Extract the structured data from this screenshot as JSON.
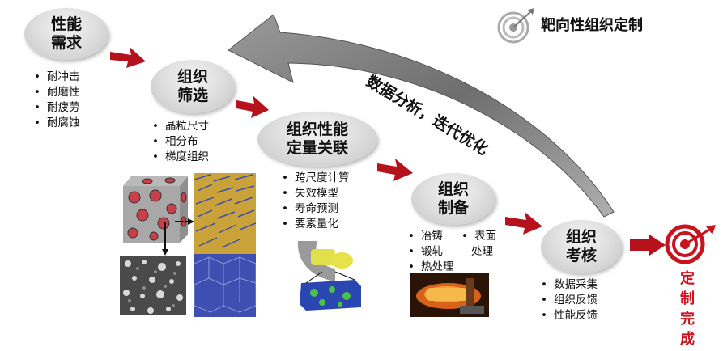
{
  "title": "靶向性组织定制",
  "feedback_label": "数据分析，迭代优化",
  "stages": [
    {
      "title": "性能\n需求",
      "items": [
        "耐冲击",
        "耐磨性",
        "耐疲劳",
        "耐腐蚀"
      ]
    },
    {
      "title": "组织\n筛选",
      "items": [
        "晶粒尺寸",
        "相分布",
        "梯度组织"
      ]
    },
    {
      "title": "组织性能\n定量关联",
      "items": [
        "跨尺度计算",
        "失效模型",
        "寿命预测",
        "要素量化"
      ]
    },
    {
      "title": "组织\n制备",
      "items": [
        "冶铸",
        "锻轧",
        "热处理"
      ],
      "items_right": [
        "表面",
        "处理"
      ]
    },
    {
      "title": "组织\n考核",
      "items": [
        "数据采集",
        "组织反馈",
        "性能反馈"
      ]
    }
  ],
  "result": {
    "chars": [
      "定",
      "制",
      "完",
      "成"
    ]
  },
  "icons": {
    "target_gray": "target-icon",
    "target_red": "target-icon"
  },
  "colors": {
    "accent_red": "#c8141e",
    "arrow_red": "#b5121b",
    "ellipse_gray": "#d4d4d4"
  }
}
